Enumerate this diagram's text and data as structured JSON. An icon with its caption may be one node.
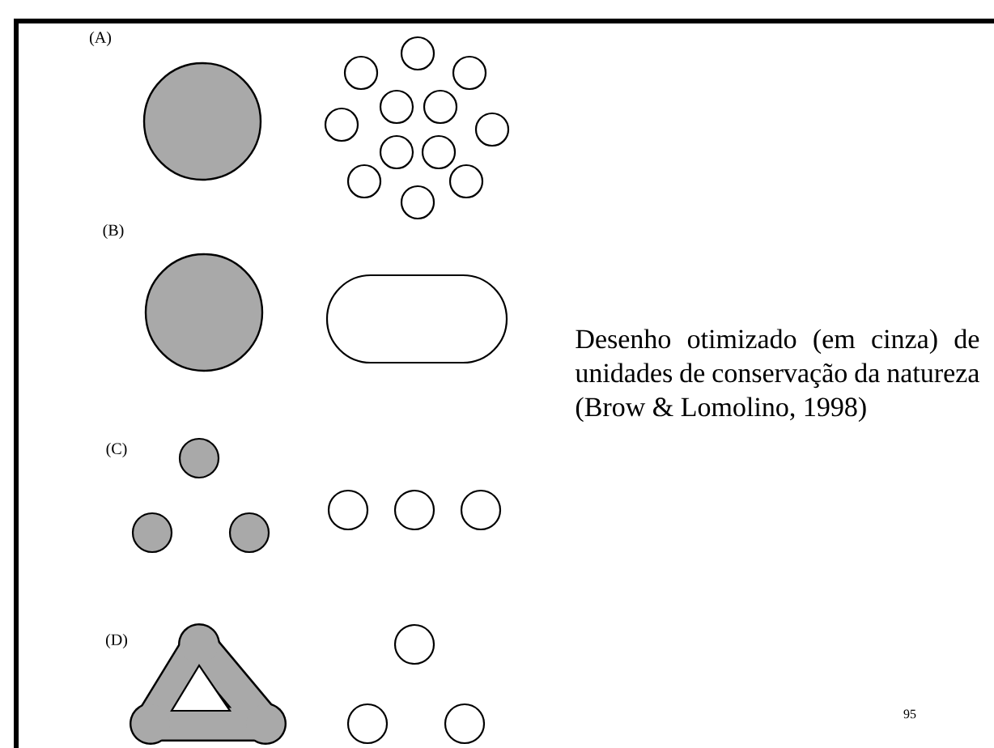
{
  "diagram": {
    "caption": "Desenho otimizado (em cinza) de unidades de conservação da natureza (Brow & Lomolino, 1998)",
    "labels": [
      "(A)",
      "(B)",
      "(C)",
      "(D)",
      "95"
    ]
  }
}
